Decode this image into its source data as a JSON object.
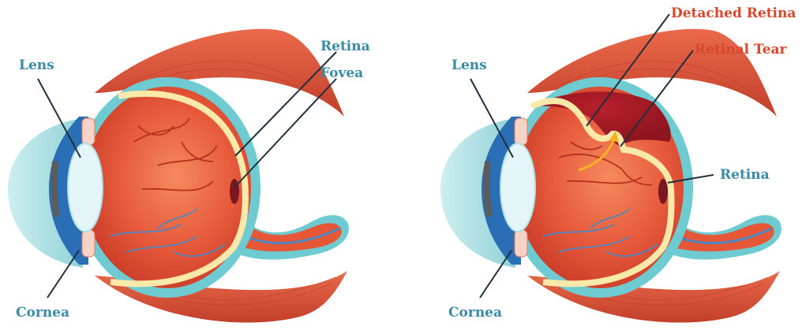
{
  "left_diagram": {
    "labels": {
      "lens": "Lens",
      "cornea": "Cornea",
      "retina": "Retina",
      "fovea": "Fovea"
    }
  },
  "right_diagram": {
    "labels": {
      "lens": "Lens",
      "cornea": "Cornea",
      "retina": "Retina",
      "detached_retina": "Detached Retina",
      "retinal_tear": "Retinal Tear"
    }
  },
  "colors": {
    "label_blue": "#3a8aa5",
    "label_red": "#d9462b",
    "sclera_outline": "#6ecbd1",
    "eyeball_fill": "#e0512f",
    "retina_layer": "#fbe9a9",
    "muscle": "#d9533a",
    "cornea": "#bfe6ea",
    "iris": "#2a6fb5",
    "lens": "#e3f5f7",
    "vessel_blue": "#4d86c0",
    "arrow": "#f6b21f"
  }
}
